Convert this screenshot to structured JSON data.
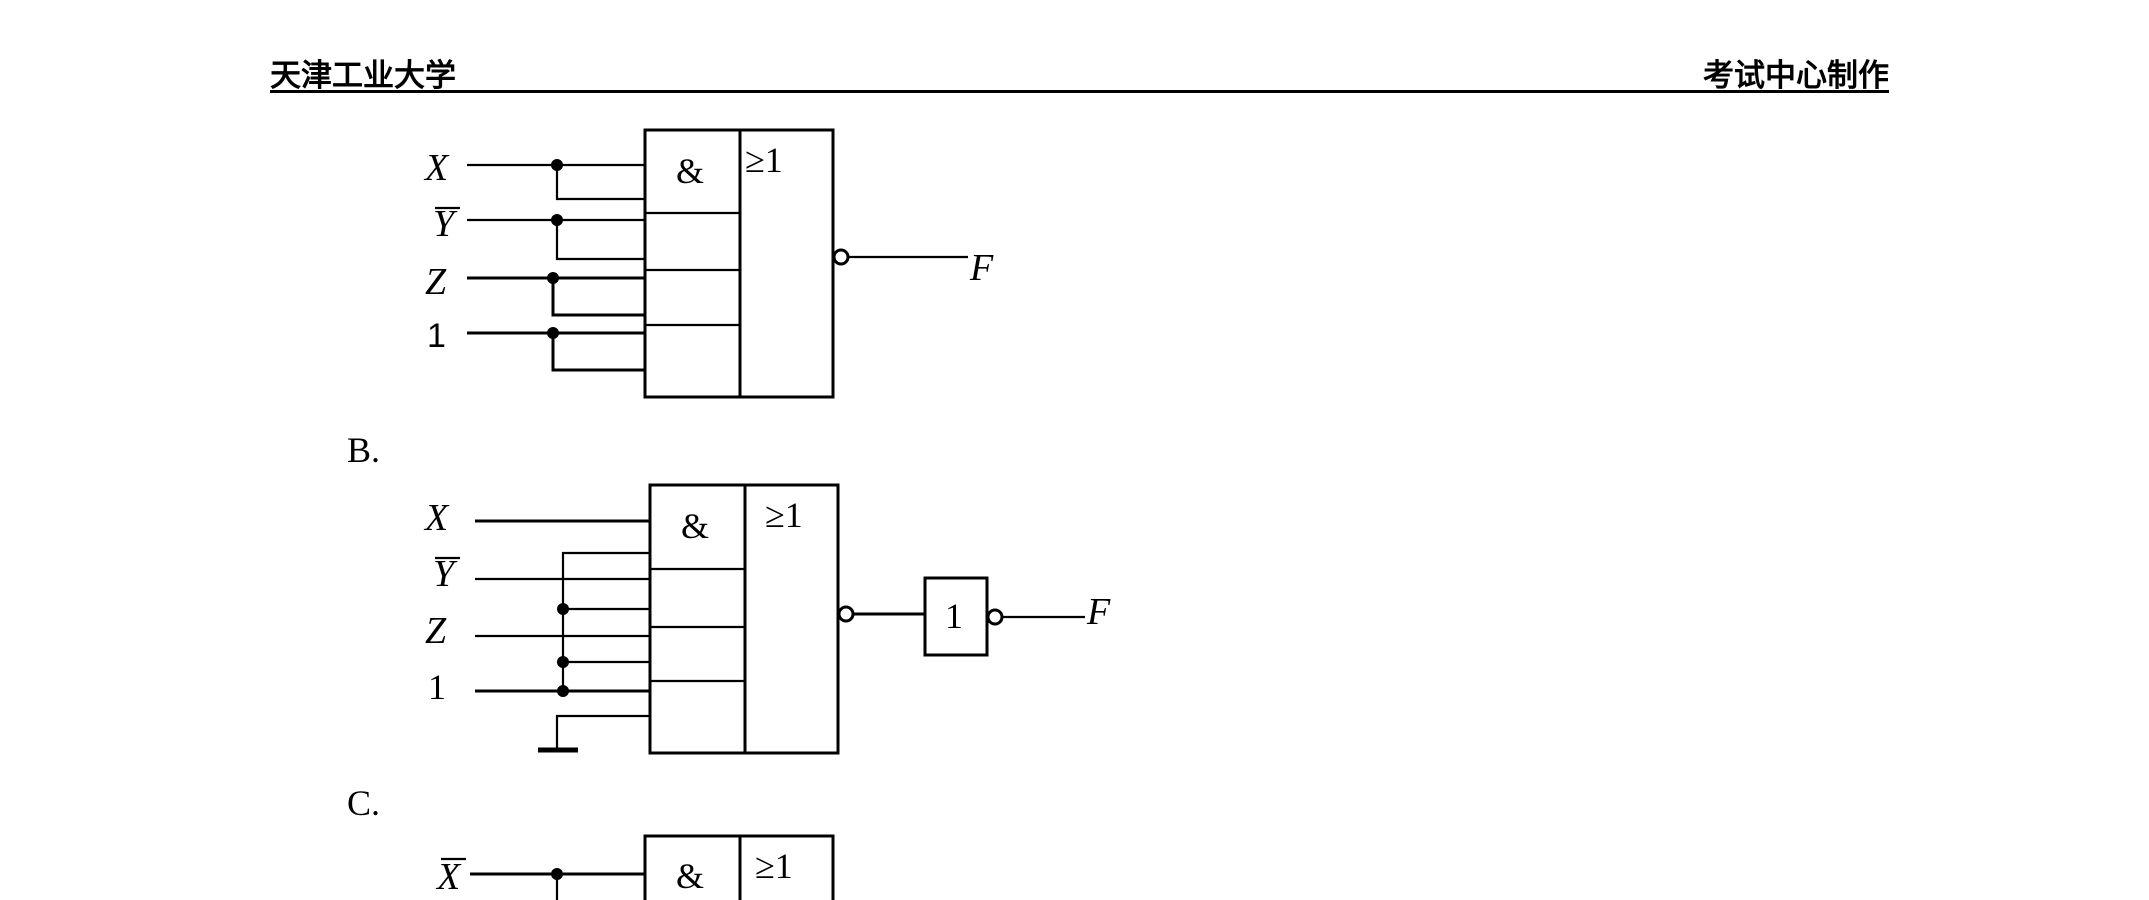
{
  "header": {
    "left": "天津工业大学",
    "right": "考试中心制作"
  },
  "symbols": {
    "and": "&",
    "or": "≥1",
    "not": "1"
  },
  "circuit_a": {
    "inputs": [
      "X",
      "Y",
      "Z",
      "1"
    ],
    "output": "F"
  },
  "circuit_b": {
    "option": "B.",
    "inputs": [
      "X",
      "Y",
      "Z",
      "1"
    ],
    "output": "F"
  },
  "circuit_c": {
    "option": "C.",
    "inputs": [
      "X"
    ]
  }
}
